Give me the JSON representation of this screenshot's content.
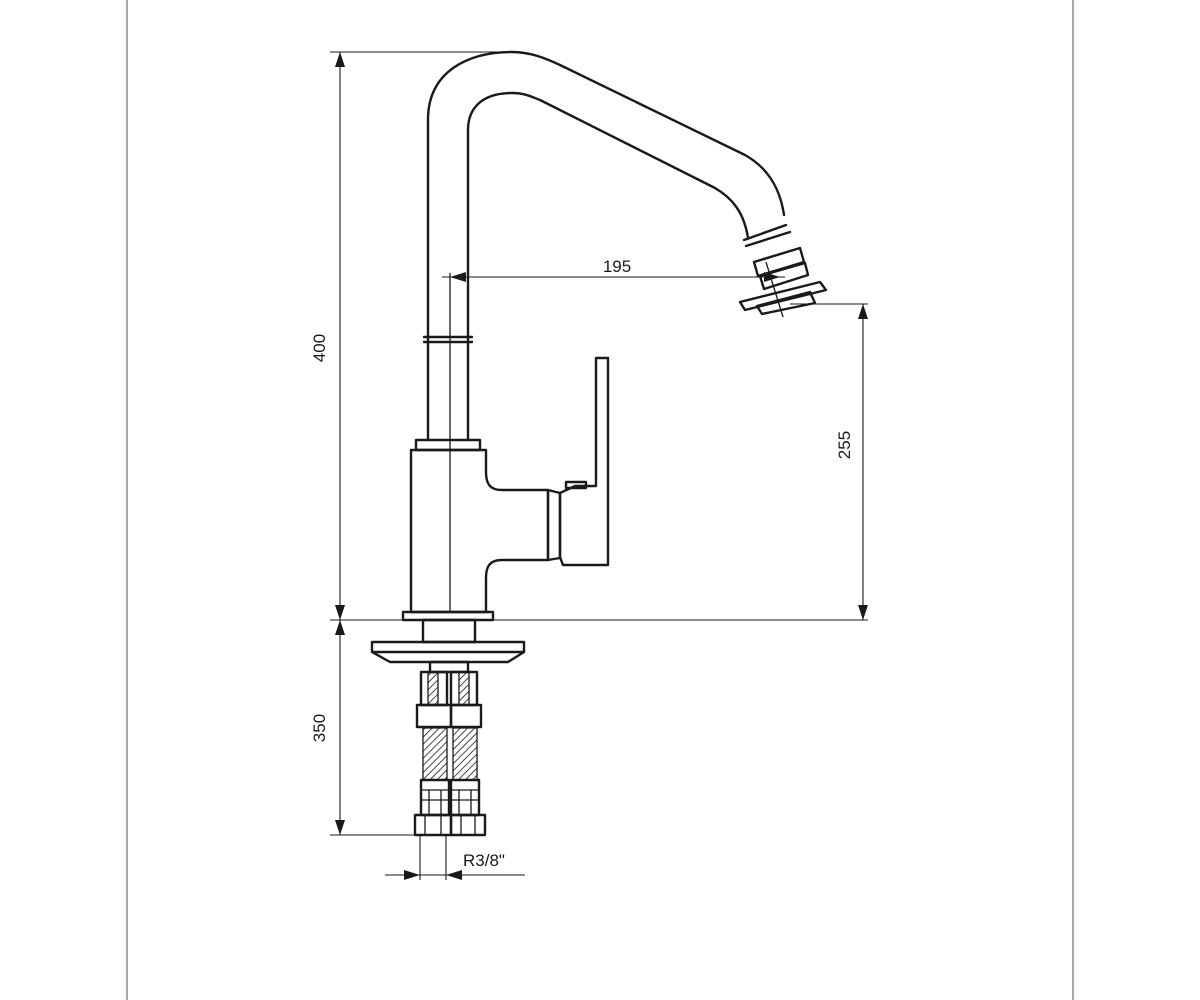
{
  "dimensions": {
    "overall_height": "400",
    "spout_reach": "195",
    "spout_height": "255",
    "hose_length": "350",
    "thread_size": "R3/8\""
  }
}
